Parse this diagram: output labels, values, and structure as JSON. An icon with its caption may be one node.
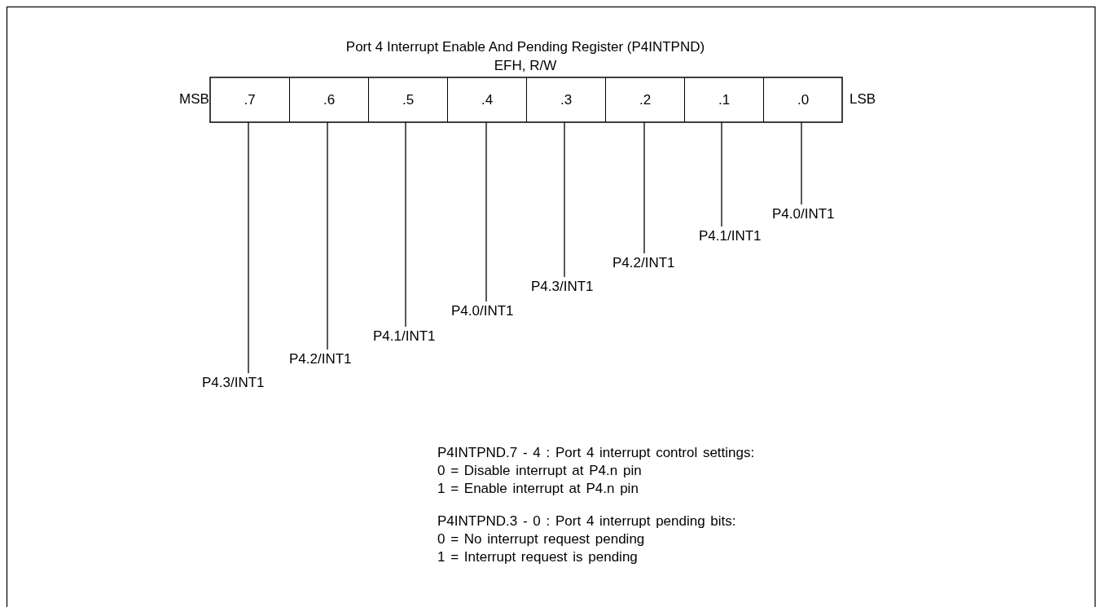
{
  "diagram": {
    "title": "Port 4 Interrupt Enable And Pending Register (P4INTPND)",
    "nodes": [
      {
        "text": [
          ".7"
        ]
      },
      {
        "text": [
          ".6"
        ]
      },
      {
        "text": [
          ".5"
        ]
      },
      {
        "text": [
          ".4"
        ]
      },
      {
        "text": [
          ".3"
        ]
      },
      {
        "text": [
          ".2"
        ]
      },
      {
        "text": [
          ".1"
        ]
      },
      {
        "text": [
          ".0"
        ]
      },
      {
        "text": [
          "P4.3/INT1"
        ]
      },
      {
        "text": [
          "P4.2/INT1"
        ]
      },
      {
        "text": [
          "P4.1/INT1"
        ]
      },
      {
        "text": [
          "P4.0/INT1"
        ]
      },
      {
        "text": [
          "P4.3/INT1"
        ]
      },
      {
        "text": [
          "P4.2/INT1"
        ]
      },
      {
        "text": [
          "P4.1/INT1"
        ]
      },
      {
        "text": [
          "P4.0/INT1"
        ]
      }
    ],
    "edges": [
      {
        "from": 8,
        "to": 0,
        "arrow": "none"
      },
      {
        "from": 9,
        "to": 1,
        "arrow": "none"
      },
      {
        "from": 10,
        "to": 2,
        "arrow": "none"
      },
      {
        "from": 11,
        "to": 3,
        "arrow": "none"
      },
      {
        "from": 12,
        "to": 4,
        "arrow": "none"
      },
      {
        "from": 13,
        "to": 5,
        "arrow": "none"
      },
      {
        "from": 14,
        "to": 6,
        "arrow": "none"
      },
      {
        "from": 15,
        "to": 7,
        "arrow": "none"
      }
    ],
    "labels": [
      "EFH, R/W",
      "MSB",
      "LSB",
      "P4INTPND.7 - 4 : Port 4 interrupt control settings:",
      "0 = Disable interrupt at P4.n pin",
      "1 = Enable interrupt at P4.n pin",
      "P4INTPND.3 - 0 : Port 4 interrupt pending bits:",
      "0 = No interrupt request pending",
      "1 = Interrupt request is pending"
    ]
  }
}
